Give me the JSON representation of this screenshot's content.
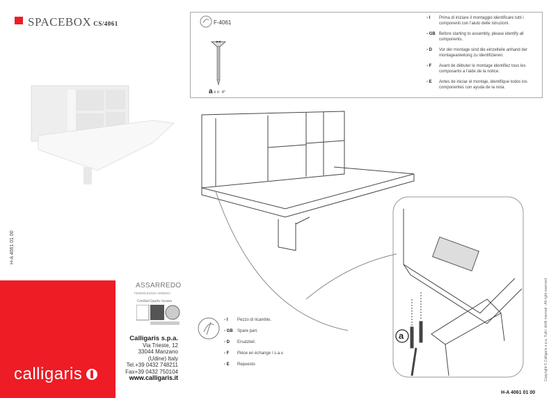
{
  "header": {
    "brand": "SPACEBOX",
    "model": "CS/4061",
    "brand_color": "#ee1c25"
  },
  "side_code": "H-A 4061 01 00",
  "logo": {
    "text": "calligaris"
  },
  "components": {
    "code": "F-4061",
    "qty_letter": "a",
    "qty_text": "x n",
    "qty_value": "4°",
    "instructions": [
      {
        "lang": "- I",
        "text": "Prima di iniziare il montaggio identificare tutti i componenti con l'aiuto delle istruzioni."
      },
      {
        "lang": "- GB",
        "text": "Before starting to assembly, please identify all components."
      },
      {
        "lang": "- D",
        "text": "Vor der montage sind die einzelteile anhand der montageanleitung zu identifizieren."
      },
      {
        "lang": "- F",
        "text": "Avant de débuter le montage identifiez tous les composants a l'aide de la notice."
      },
      {
        "lang": "- E",
        "text": "Antes de iniciar el montaje, identifique todos los componentes con ayuda de la nota."
      }
    ]
  },
  "spare_part": [
    {
      "lang": "- I",
      "text": "Pezzo di ricambio."
    },
    {
      "lang": "- GB",
      "text": "Spare part."
    },
    {
      "lang": "- D",
      "text": "Ersatzteil."
    },
    {
      "lang": "- F",
      "text": "Pièce en échange / s.a.v."
    },
    {
      "lang": "- E",
      "text": "Repuesto"
    }
  ],
  "certifications": {
    "assarredo": "ASSARREDO",
    "federlegno": "FEDERLEGNO-ARREDO",
    "quality": "Certified Quality System"
  },
  "company": {
    "name": "Calligaris s.p.a.",
    "street": "Via Trieste, 12",
    "city": "33044 Manzano",
    "region": "(Udine) Italy",
    "tel": "Tel.+39 0432 748211",
    "fax": "Fax+39 0432 750104",
    "web": "www.calligaris.it"
  },
  "detail_label": "a",
  "copyright": "Copyright © Calligaris s.p.a. Tutti i diritti riservati - All right reserved",
  "footer_code": "H-A 4061 01 00"
}
